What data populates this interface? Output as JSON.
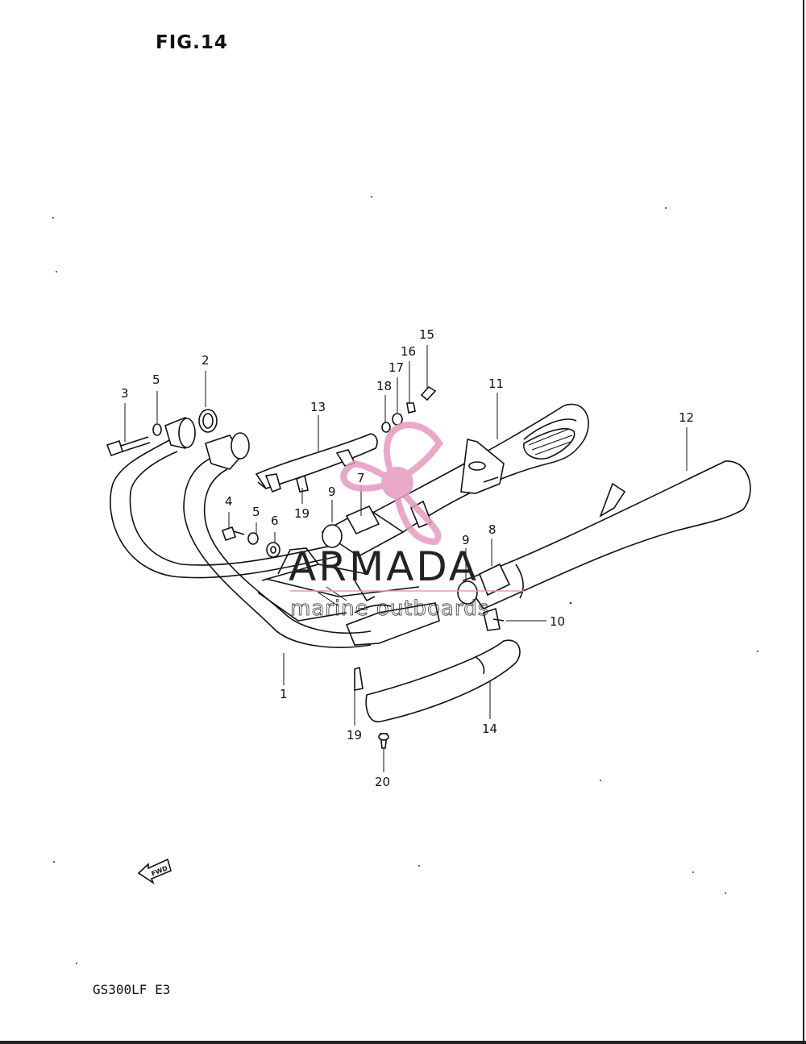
{
  "figure": {
    "title": "FIG.14",
    "model_code": "GS300LF E3"
  },
  "watermark": {
    "brand": "ARMADA",
    "subtitle": "marine outboards",
    "color": "#e79ac0"
  },
  "fwd_arrow": {
    "label": "FWD"
  },
  "callouts": [
    {
      "id": "1",
      "label": "1"
    },
    {
      "id": "2",
      "label": "2"
    },
    {
      "id": "3",
      "label": "3"
    },
    {
      "id": "4",
      "label": "4"
    },
    {
      "id": "5a",
      "label": "5"
    },
    {
      "id": "5b",
      "label": "5"
    },
    {
      "id": "6",
      "label": "6"
    },
    {
      "id": "7",
      "label": "7"
    },
    {
      "id": "8",
      "label": "8"
    },
    {
      "id": "9a",
      "label": "9"
    },
    {
      "id": "9b",
      "label": "9"
    },
    {
      "id": "10",
      "label": "10"
    },
    {
      "id": "11",
      "label": "11"
    },
    {
      "id": "12",
      "label": "12"
    },
    {
      "id": "13",
      "label": "13"
    },
    {
      "id": "14",
      "label": "14"
    },
    {
      "id": "15",
      "label": "15"
    },
    {
      "id": "16",
      "label": "16"
    },
    {
      "id": "17",
      "label": "17"
    },
    {
      "id": "18",
      "label": "18"
    },
    {
      "id": "19a",
      "label": "19"
    },
    {
      "id": "19b",
      "label": "19"
    },
    {
      "id": "20",
      "label": "20"
    }
  ]
}
